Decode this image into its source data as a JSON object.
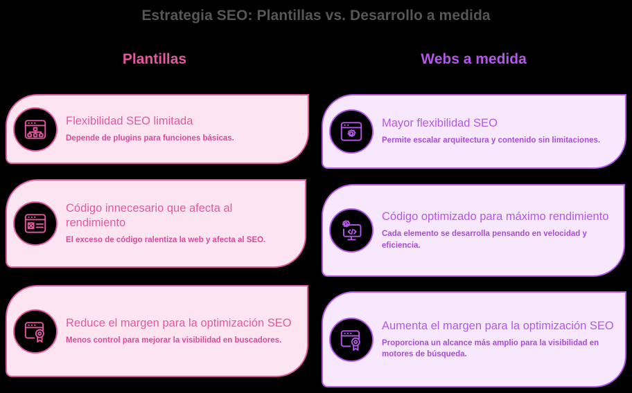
{
  "title": "Estrategia SEO: Plantillas vs. Desarrollo a medida",
  "columns": {
    "left": {
      "header": "Plantillas",
      "accent": "#E4589F"
    },
    "right": {
      "header": "Webs a medida",
      "accent": "#B557E8"
    }
  },
  "cards": {
    "left": [
      {
        "icon": "browser-sitemap-icon",
        "title": "Flexibilidad SEO limitada",
        "desc": "Depende de plugins para funciones básicas."
      },
      {
        "icon": "browser-code-error-icon",
        "title": "Código innecesario que afecta al rendimiento",
        "desc": "El exceso de código ralentiza la web y afecta al SEO."
      },
      {
        "icon": "browser-award-icon",
        "title": "Reduce el margen para la optimización SEO",
        "desc": "Menos control para mejorar la visibilidad en buscadores."
      }
    ],
    "right": [
      {
        "icon": "browser-gear-icon",
        "title": "Mayor flexibilidad SEO",
        "desc": "Permite escalar arquitectura y contenido sin limitaciones."
      },
      {
        "icon": "monitor-code-gear-icon",
        "title": "Código optimizado para máximo rendimiento",
        "desc": "Cada elemento se desarrolla pensando en velocidad y eficiencia."
      },
      {
        "icon": "browser-award-icon",
        "title": "Aumenta el margen para la optimización SEO",
        "desc": "Proporciona un alcance más amplio para la visibilidad en motores de búsqueda."
      }
    ]
  },
  "background_color": "#000000",
  "title_color": "#565656"
}
